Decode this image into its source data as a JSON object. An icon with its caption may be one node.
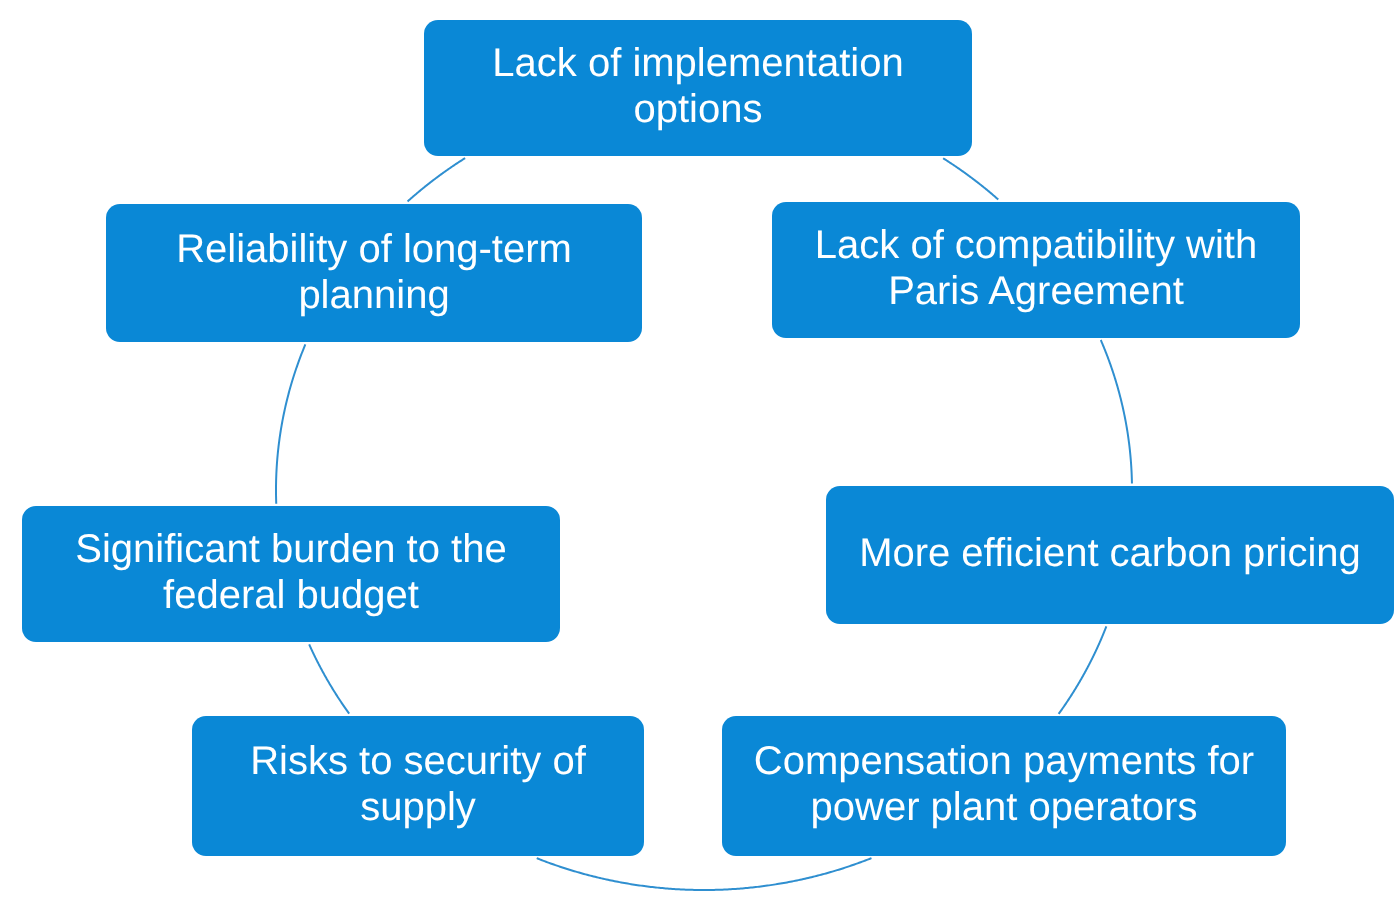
{
  "diagram": {
    "nodes": [
      {
        "text": [
          "Lack of implementation options"
        ]
      },
      {
        "text": [
          "Lack of compatibility with Paris Agreement"
        ]
      },
      {
        "text": [
          "More efficient carbon pricing"
        ]
      },
      {
        "text": [
          "Compensation payments for power plant operators"
        ]
      },
      {
        "text": [
          "Risks to security of supply"
        ]
      },
      {
        "text": [
          "Significant burden to the federal budget"
        ]
      },
      {
        "text": [
          "Reliability of long-term planning"
        ]
      }
    ],
    "edges": [
      {
        "from": 0,
        "to": 1,
        "arrow": "none"
      },
      {
        "from": 1,
        "to": 2,
        "arrow": "none"
      },
      {
        "from": 2,
        "to": 3,
        "arrow": "none"
      },
      {
        "from": 3,
        "to": 4,
        "arrow": "none"
      },
      {
        "from": 4,
        "to": 5,
        "arrow": "none"
      },
      {
        "from": 5,
        "to": 6,
        "arrow": "none"
      },
      {
        "from": 6,
        "to": 0,
        "arrow": "none"
      }
    ]
  }
}
